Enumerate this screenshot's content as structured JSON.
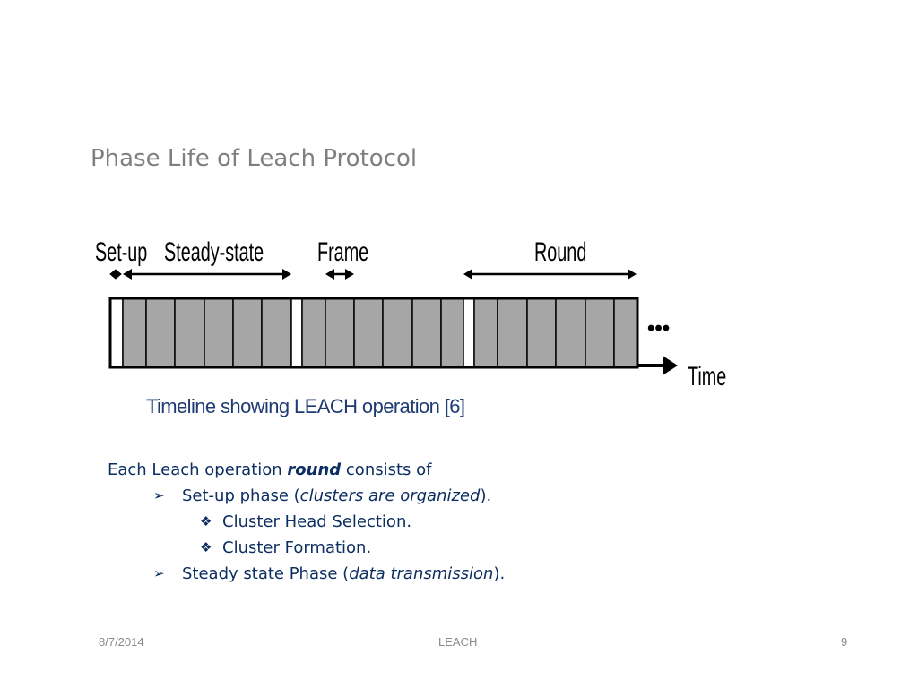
{
  "slide": {
    "title": "Phase Life of Leach Protocol"
  },
  "diagram": {
    "labels": {
      "setup": "Set-up",
      "steady_state": "Steady-state",
      "frame": "Frame",
      "round": "Round",
      "time": "Time",
      "continuation": "•••"
    },
    "caption": "Timeline showing LEACH operation [6]",
    "colors": {
      "slot_fill": "#a6a6a6",
      "outline": "#000000"
    }
  },
  "content": {
    "intro_prefix": "Each Leach operation ",
    "intro_emphasis": "round",
    "intro_suffix": " consists of",
    "items": [
      {
        "marker": "➢",
        "prefix": "Set-up phase (",
        "emphasis": "clusters are organized",
        "suffix": ").",
        "subitems": [
          {
            "marker": "❖",
            "text": "Cluster Head Selection."
          },
          {
            "marker": "❖",
            "text": "Cluster Formation."
          }
        ]
      },
      {
        "marker": "➢",
        "prefix": "Steady state Phase (",
        "emphasis": "data transmission",
        "suffix": ")."
      }
    ]
  },
  "footer": {
    "date": "8/7/2014",
    "center": "LEACH",
    "page": "9"
  }
}
